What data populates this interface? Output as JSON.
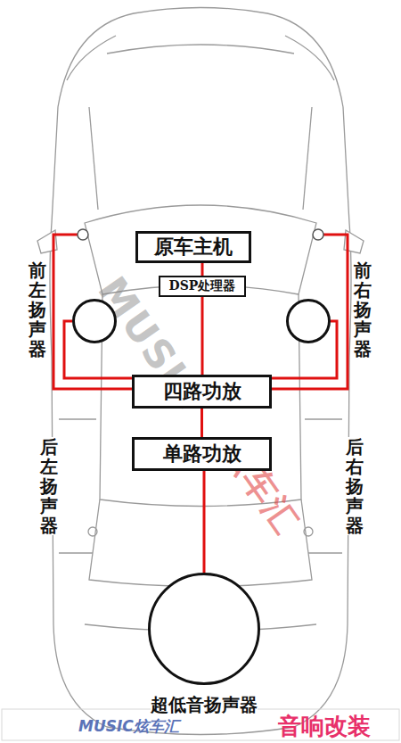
{
  "diagram": {
    "nodes": [
      {
        "text": [
          "原车主机"
        ]
      },
      {
        "text": [
          "DSP处理器"
        ]
      },
      {
        "text": [
          "前左扬声器"
        ]
      },
      {
        "text": [
          "前右扬声器"
        ]
      },
      {
        "text": [
          "四路功放"
        ]
      },
      {
        "text": [
          "单路功放"
        ]
      },
      {
        "text": [
          "超低音扬声器"
        ]
      }
    ],
    "edges": [
      {
        "from": 0,
        "to": 1,
        "arrow": "none"
      },
      {
        "from": 1,
        "to": 4,
        "arrow": "none"
      },
      {
        "from": 4,
        "to": 2,
        "arrow": "none"
      },
      {
        "from": 4,
        "to": 3,
        "arrow": "none"
      },
      {
        "from": 4,
        "to": 5,
        "arrow": "none"
      },
      {
        "from": 5,
        "to": 6,
        "arrow": "none"
      }
    ],
    "labels": [
      "后左扬声器",
      "后右扬声器",
      "MUSIC",
      "炫车汇",
      "MUSIC炫车汇",
      "音响改装"
    ]
  }
}
